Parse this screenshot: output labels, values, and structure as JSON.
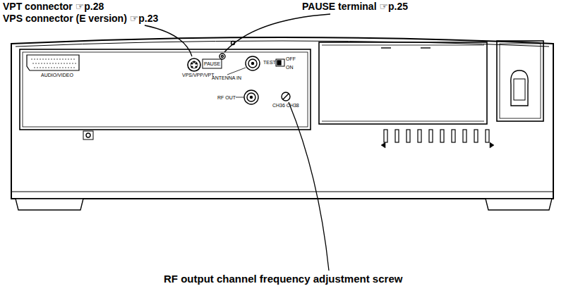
{
  "diagram": {
    "labels": [
      "VPT connector ☞p.28",
      "VPS connector (E version) ☞p.23",
      "PAUSE terminal ☞p.25",
      "AUDIO/VIDEO",
      "VPS/VPP/VPT",
      "PAUSE",
      "ANTENNA IN",
      "TEST",
      "OFF",
      "ON",
      "RF OUT",
      "CH36 CH38",
      "RF output channel frequency adjustment screw"
    ]
  }
}
